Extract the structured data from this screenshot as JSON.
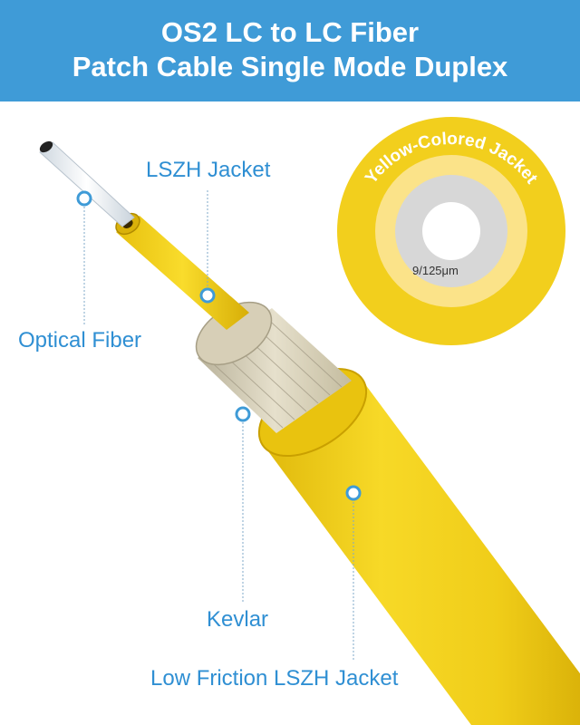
{
  "header": {
    "title_line1": "OS2 LC to LC Fiber",
    "title_line2": "Patch Cable Single Mode Duplex"
  },
  "labels": {
    "lszh_jacket": "LSZH Jacket",
    "optical_fiber": "Optical Fiber",
    "kevlar": "Kevlar",
    "low_friction_jacket": "Low Friction LSZH Jacket"
  },
  "cross_section": {
    "jacket_text": "Yellow-Colored Jacket",
    "fiber_spec": "9/125μm"
  },
  "colors": {
    "header": "#3f9bd7",
    "label": "#2f8fd3",
    "jacket": "#f2cf1d",
    "kevlar": "#d9d2bd"
  }
}
